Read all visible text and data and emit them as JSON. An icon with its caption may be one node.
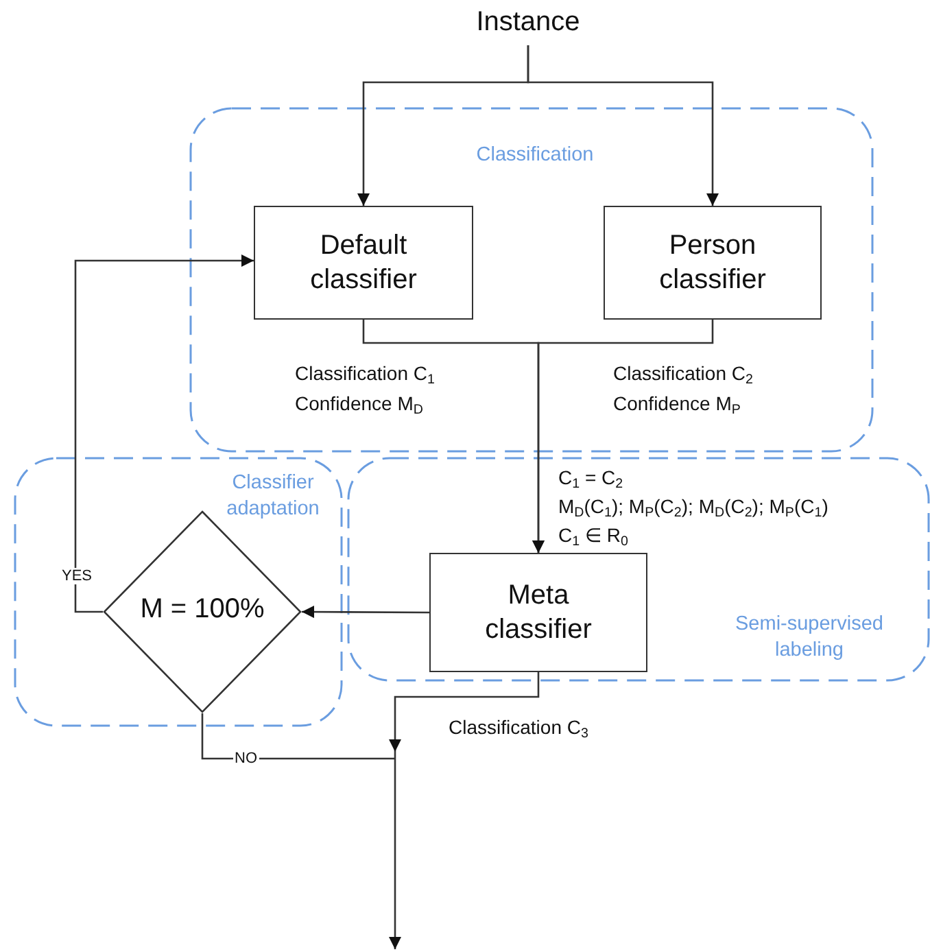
{
  "diagram": {
    "nodes": [
      {
        "text": [
          "Instance"
        ]
      },
      {
        "text": [
          "Classification"
        ]
      },
      {
        "text": [
          "Default classifier"
        ],
        "in": 1
      },
      {
        "text": [
          "Person classifier"
        ],
        "in": 1
      },
      {
        "text": [
          "Classifier adaptation"
        ]
      },
      {
        "text": [
          "M = 100%"
        ],
        "in": 4
      },
      {
        "text": [
          "Semi-supervised labeling"
        ]
      },
      {
        "text": [
          "Meta classifier"
        ],
        "in": 6
      }
    ],
    "edges": [
      {
        "from": 0,
        "to": 2,
        "arrow": "to"
      },
      {
        "from": 0,
        "to": 3,
        "arrow": "to"
      },
      {
        "from": 2,
        "to": 7,
        "arrow": "to"
      },
      {
        "from": 3,
        "to": 7,
        "arrow": "to"
      },
      {
        "from": 7,
        "to": 5,
        "arrow": "to"
      },
      {
        "from": 5,
        "to": 2,
        "arrow": "to",
        "label": "YES"
      },
      {
        "from": 5,
        "to": null,
        "arrow": "to",
        "label": "NO"
      },
      {
        "from": 7,
        "to": null,
        "arrow": "to"
      }
    ],
    "labels": [
      "Classification C$_{1}$",
      "Confidence M$_{D}$",
      "Classification C$_{2}$",
      "Confidence M$_{P}$",
      "C$_{1}$ = C$_{2}$",
      "M$_{D}$(C$_{1}$); M$_{P}$(C$_{2}$); M$_{D}$(C$_{2}$); M$_{P}$(C$_{1}$)",
      "C$_{1}$ ∈ R$_{0}$",
      "Classification C$_{3}$"
    ]
  }
}
